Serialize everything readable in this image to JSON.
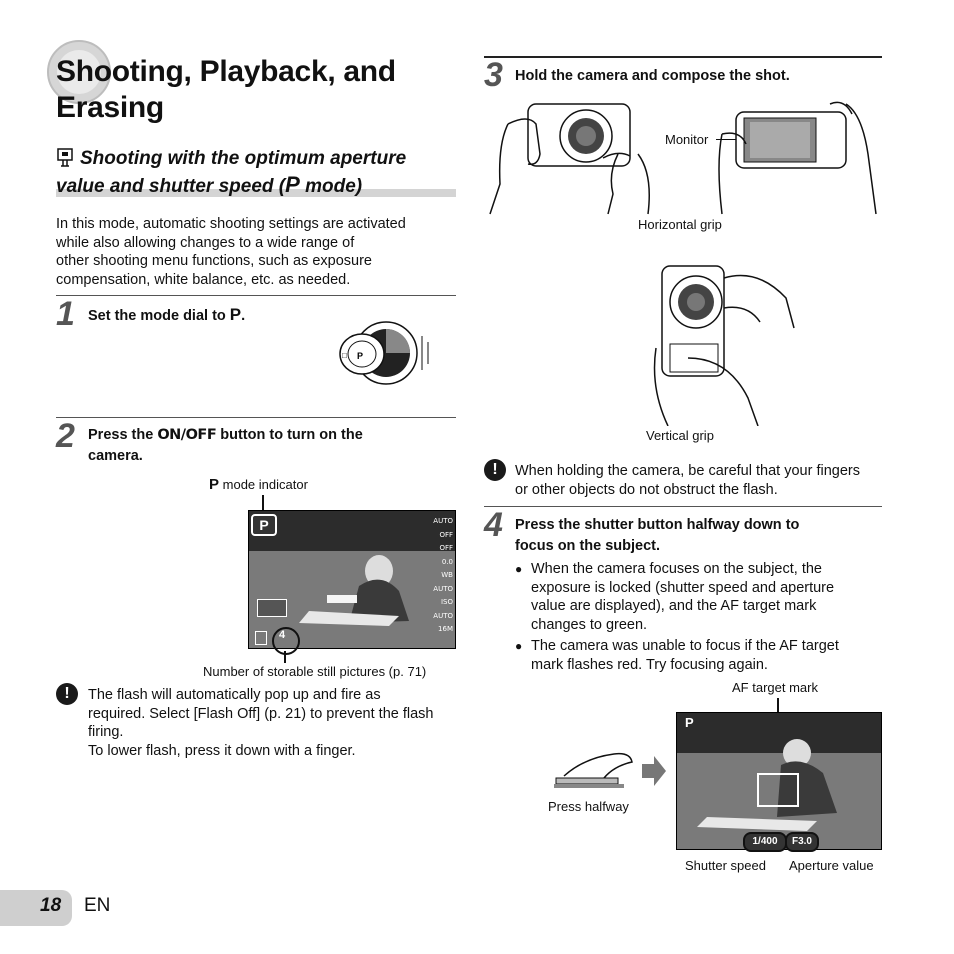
{
  "title": "Shooting, Playback, and Erasing",
  "subhead": {
    "line1": "Shooting with the optimum aperture",
    "line2_a": "value and shutter speed (",
    "line2_p": "P",
    "line2_b": " mode)"
  },
  "intro": [
    "In this mode, automatic shooting settings are activated",
    "while also allowing changes to a wide range of",
    "other shooting menu functions, such as exposure",
    "compensation, white balance, etc. as needed."
  ],
  "step1": {
    "num": "1",
    "text_a": "Set the mode dial to ",
    "text_p": "P",
    "text_b": "."
  },
  "step2": {
    "num": "2",
    "text_a": "Press the ",
    "onoff": "ON/OFF",
    "text_b": " button to turn on the",
    "text_c": "camera."
  },
  "lcd": {
    "mode_letter": "P",
    "mode_label": "mode indicator",
    "right_icons": [
      "AUTO",
      "OFF",
      "OFF",
      "0.0",
      "WB AUTO",
      "ISO AUTO",
      "",
      "16M"
    ],
    "count": "4",
    "caption": "Number of storable still pictures (p. 71)"
  },
  "note1": [
    "The flash will automatically pop up and fire as",
    "required. Select [Flash Off] (p. 21) to prevent the flash",
    "firing.",
    "To lower flash, press it down with a finger."
  ],
  "step3": {
    "num": "3",
    "text": "Hold the camera and compose the shot."
  },
  "grip": {
    "monitor": "Monitor",
    "horizontal": "Horizontal grip",
    "vertical": "Vertical grip"
  },
  "note2": [
    "When holding the camera, be careful that your fingers",
    "or other objects do not obstruct the flash."
  ],
  "step4": {
    "num": "4",
    "line1": "Press the shutter button halfway down to",
    "line2": "focus on the subject."
  },
  "bullets": [
    [
      "When the camera focuses on the subject, the",
      "exposure is locked (shutter speed and aperture",
      "value are displayed), and the AF target mark",
      "changes to green."
    ],
    [
      "The camera was unable to focus if the AF target",
      "mark flashes red. Try focusing again."
    ]
  ],
  "af": {
    "af_target": "AF target mark",
    "press_halfway": "Press halfway",
    "mode_letter": "P",
    "shutter_value": "1/400",
    "aperture_value": "F3.0",
    "shutter_label": "Shutter speed",
    "aperture_label": "Aperture value"
  },
  "page": {
    "number": "18",
    "lang": "EN"
  }
}
